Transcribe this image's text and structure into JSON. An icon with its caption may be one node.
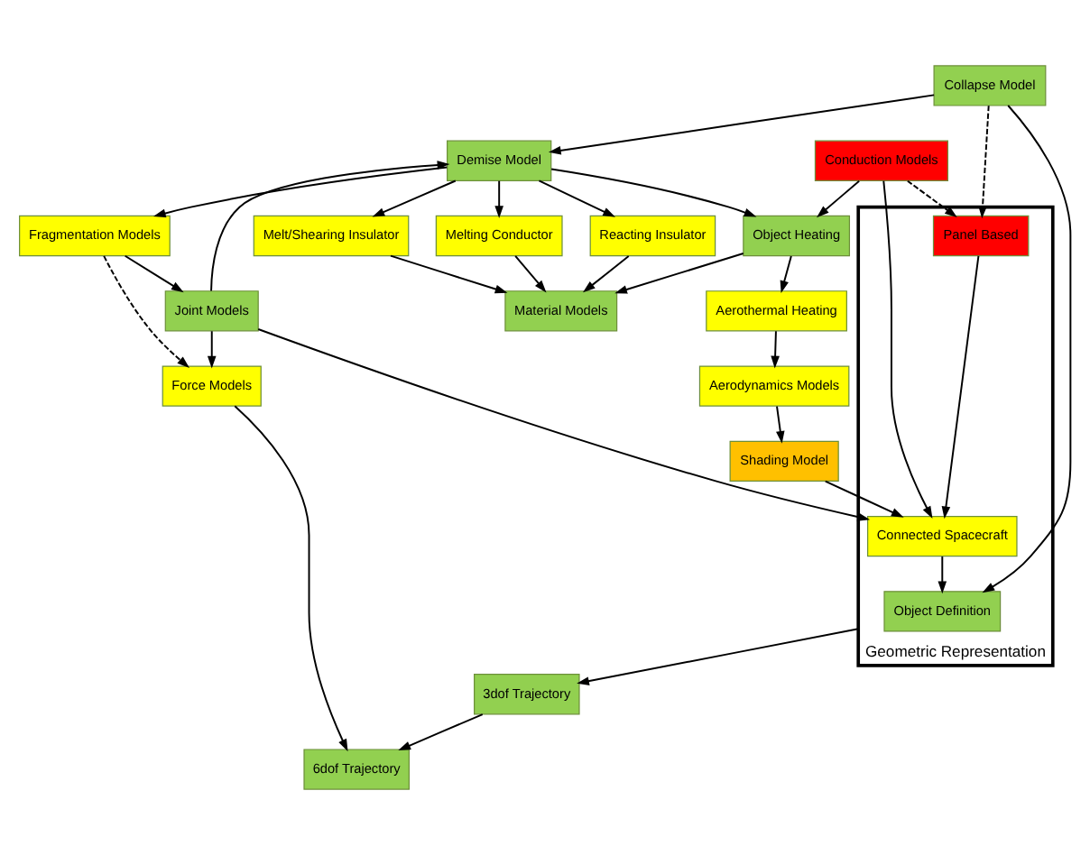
{
  "diagram": {
    "nodes": [
      {
        "text": [
          "Geometric Representation"
        ]
      },
      {
        "text": [
          "Object Definition"
        ],
        "in": 0
      },
      {
        "text": [
          "Connected Spacecraft"
        ],
        "in": 0
      },
      {
        "text": [
          "Panel Based"
        ],
        "in": 0
      },
      {
        "text": [
          "Collapse Model"
        ]
      },
      {
        "text": [
          "Joint Models"
        ]
      },
      {
        "text": [
          "Force Models"
        ]
      },
      {
        "text": [
          "Shading Model"
        ]
      },
      {
        "text": [
          "Aerodynamics Models"
        ]
      },
      {
        "text": [
          "3dof Trajectory"
        ]
      },
      {
        "text": [
          "6dof Trajectory"
        ]
      },
      {
        "text": [
          "Conduction Models"
        ]
      },
      {
        "text": [
          "Fragmentation Models"
        ]
      },
      {
        "text": [
          "Object Heating"
        ]
      },
      {
        "text": [
          "Aerothermal Heating"
        ]
      },
      {
        "text": [
          "Melt/Shearing Insulator"
        ]
      },
      {
        "text": [
          "Melting Conductor"
        ]
      },
      {
        "text": [
          "Reacting Insulator"
        ]
      },
      {
        "text": [
          "Demise Model"
        ]
      },
      {
        "text": [
          "Material Models"
        ]
      }
    ],
    "edges": [
      {
        "from": 3,
        "to": 2,
        "arrow": "to"
      },
      {
        "from": 2,
        "to": 1,
        "arrow": "to"
      },
      {
        "from": 4,
        "to": 1,
        "arrow": "to"
      },
      {
        "from": 4,
        "to": 3,
        "arrow": "to",
        "style": "dashed"
      },
      {
        "from": 5,
        "to": 2,
        "arrow": "to"
      },
      {
        "from": 5,
        "to": 6,
        "arrow": "to"
      },
      {
        "from": 7,
        "to": 2,
        "arrow": "to"
      },
      {
        "from": 8,
        "to": 7,
        "arrow": "to"
      },
      {
        "from": 0,
        "to": 9,
        "arrow": "to"
      },
      {
        "from": 9,
        "to": 10,
        "arrow": "to"
      },
      {
        "from": 6,
        "to": 10,
        "arrow": "to"
      },
      {
        "from": 11,
        "to": 2,
        "arrow": "to"
      },
      {
        "from": 11,
        "to": 3,
        "arrow": "to",
        "style": "dashed"
      },
      {
        "from": 11,
        "to": 13,
        "arrow": "to"
      },
      {
        "from": 12,
        "to": 6,
        "arrow": "to",
        "style": "dashed"
      },
      {
        "from": 12,
        "to": 5,
        "arrow": "to"
      },
      {
        "from": 4,
        "to": 18,
        "arrow": "to"
      },
      {
        "from": 5,
        "to": 18,
        "arrow": "to"
      },
      {
        "from": 18,
        "to": 12,
        "arrow": "to"
      },
      {
        "from": 18,
        "to": 13,
        "arrow": "to"
      },
      {
        "from": 18,
        "to": 15,
        "arrow": "to"
      },
      {
        "from": 18,
        "to": 16,
        "arrow": "to"
      },
      {
        "from": 18,
        "to": 17,
        "arrow": "to"
      },
      {
        "from": 13,
        "to": 14,
        "arrow": "to"
      },
      {
        "from": 13,
        "to": 19,
        "arrow": "to"
      },
      {
        "from": 14,
        "to": 8,
        "arrow": "to"
      },
      {
        "from": 15,
        "to": 19,
        "arrow": "to"
      },
      {
        "from": 16,
        "to": 19,
        "arrow": "to"
      },
      {
        "from": 17,
        "to": 19,
        "arrow": "to"
      }
    ]
  }
}
